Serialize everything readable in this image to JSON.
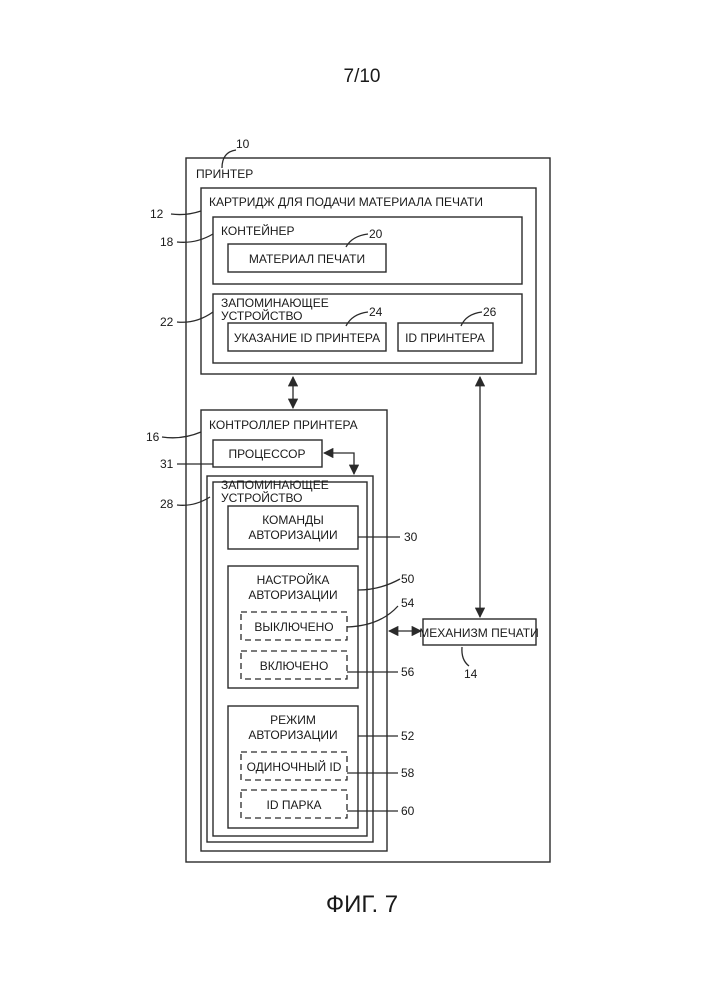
{
  "page_number": "7/10",
  "figure_caption": "ФИГ. 7",
  "printer": {
    "label": "ПРИНТЕР",
    "ref": "10"
  },
  "cartridge": {
    "label": "КАРТРИДЖ ДЛЯ ПОДАЧИ МАТЕРИАЛА ПЕЧАТИ",
    "ref": "12"
  },
  "container": {
    "label": "КОНТЕЙНЕР",
    "ref": "18"
  },
  "print_material": {
    "label": "МАТЕРИАЛ ПЕЧАТИ",
    "ref": "20"
  },
  "cartridge_memory": {
    "label_line1": "ЗАПОМИНАЮЩЕЕ",
    "label_line2": "УСТРОЙСТВО",
    "ref": "22"
  },
  "printer_id_indication": {
    "label": "УКАЗАНИЕ ID ПРИНТЕРА",
    "ref": "24"
  },
  "printer_id": {
    "label": "ID ПРИНТЕРА",
    "ref": "26"
  },
  "printer_controller": {
    "label": "КОНТРОЛЛЕР ПРИНТЕРА",
    "ref": "16"
  },
  "processor": {
    "label": "ПРОЦЕССОР",
    "ref": "31"
  },
  "controller_memory": {
    "label_line1": "ЗАПОМИНАЮЩЕЕ",
    "label_line2": "УСТРОЙСТВО",
    "ref": "28"
  },
  "auth_commands": {
    "label_line1": "КОМАНДЫ",
    "label_line2": "АВТОРИЗАЦИИ",
    "ref": "30"
  },
  "auth_setting": {
    "label_line1": "НАСТРОЙКА",
    "label_line2": "АВТОРИЗАЦИИ",
    "ref": "50",
    "options": [
      {
        "label": "ВЫКЛЮЧЕНО",
        "ref": "54"
      },
      {
        "label": "ВКЛЮЧЕНО",
        "ref": "56"
      }
    ]
  },
  "auth_mode": {
    "label_line1": "РЕЖИМ",
    "label_line2": "АВТОРИЗАЦИИ",
    "ref": "52",
    "options": [
      {
        "label": "ОДИНОЧНЫЙ ID",
        "ref": "58"
      },
      {
        "label": "ID ПАРКА",
        "ref": "60"
      }
    ]
  },
  "print_mechanism": {
    "label": "МЕХАНИЗМ ПЕЧАТИ",
    "ref": "14"
  }
}
